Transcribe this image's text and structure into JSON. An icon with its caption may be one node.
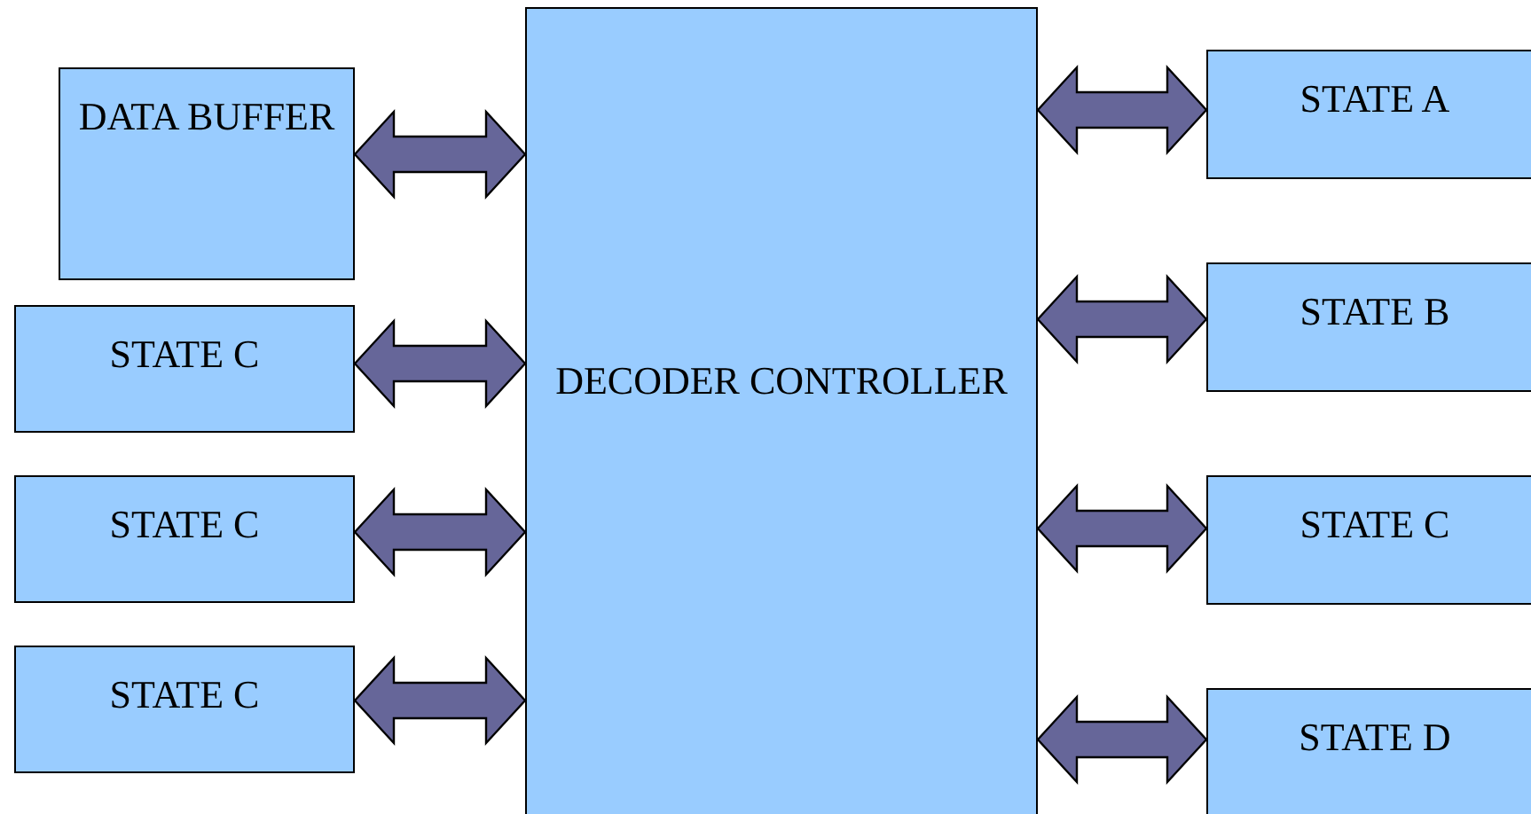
{
  "diagram": {
    "nodes": [
      {
        "text": [
          "DECODER CONTROLLER"
        ]
      },
      {
        "text": [
          "DATA BUFFER"
        ]
      },
      {
        "text": [
          "STATE C"
        ]
      },
      {
        "text": [
          "STATE C"
        ]
      },
      {
        "text": [
          "STATE C"
        ]
      },
      {
        "text": [
          "STATE A"
        ]
      },
      {
        "text": [
          "STATE B"
        ]
      },
      {
        "text": [
          "STATE C"
        ]
      },
      {
        "text": [
          "STATE D"
        ]
      }
    ],
    "edges": [
      {
        "from": 1,
        "to": 0,
        "arrow": "both"
      },
      {
        "from": 2,
        "to": 0,
        "arrow": "both"
      },
      {
        "from": 3,
        "to": 0,
        "arrow": "both"
      },
      {
        "from": 4,
        "to": 0,
        "arrow": "both"
      },
      {
        "from": 0,
        "to": 5,
        "arrow": "both"
      },
      {
        "from": 0,
        "to": 6,
        "arrow": "both"
      },
      {
        "from": 0,
        "to": 7,
        "arrow": "both"
      },
      {
        "from": 0,
        "to": 8,
        "arrow": "both"
      }
    ]
  }
}
